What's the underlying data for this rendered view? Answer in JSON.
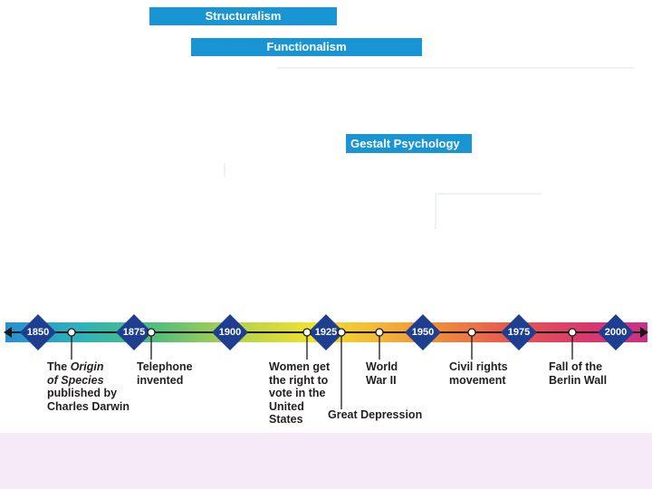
{
  "schools": {
    "structuralism": "Structuralism",
    "functionalism": "Functionalism",
    "gestalt": "Gestalt Psychology"
  },
  "timeline": {
    "years": [
      "1850",
      "1875",
      "1900",
      "1925",
      "1950",
      "1975",
      "2000"
    ],
    "events": {
      "origin_of_species": {
        "line1_a": "The ",
        "line1_b": "Origin",
        "line2_a": "of Species",
        "line3": "published by",
        "line4": "Charles Darwin"
      },
      "telephone": {
        "line1": "Telephone",
        "line2": "invented"
      },
      "women_vote": {
        "line1": "Women get",
        "line2": "the right to",
        "line3": "vote in the",
        "line4": "United",
        "line5": "States"
      },
      "great_depression": {
        "line1": "Great Depression"
      },
      "world_war_ii": {
        "line1": "World",
        "line2": "War II"
      },
      "civil_rights": {
        "line1": "Civil rights",
        "line2": "movement"
      },
      "berlin_wall": {
        "line1": "Fall of the",
        "line2": "Berlin Wall"
      }
    }
  },
  "colors": {
    "school_bar": "#1a95d4",
    "marker": "#1e3f8f",
    "text": "#231f20",
    "bottom_panel": "#f6eaf6"
  }
}
